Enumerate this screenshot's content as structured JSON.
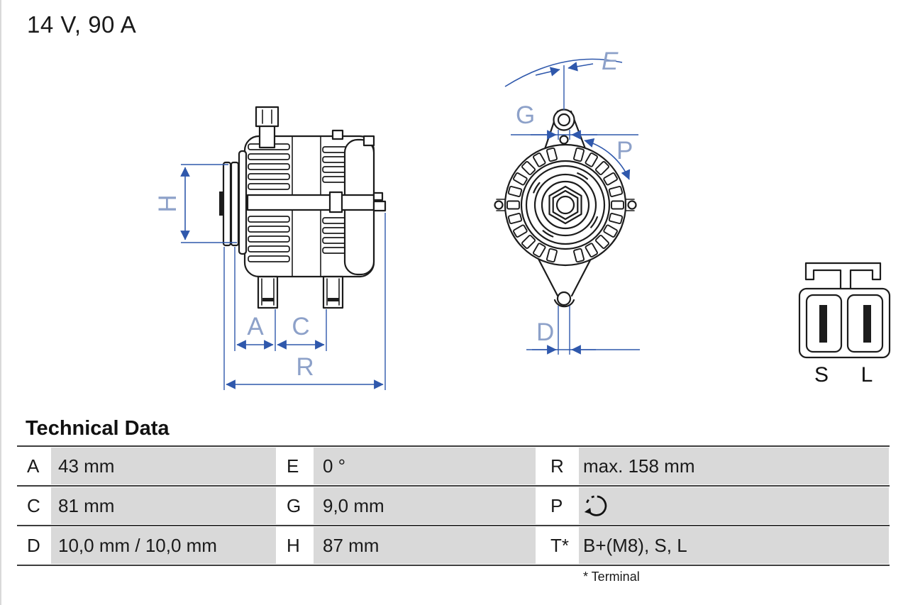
{
  "product": {
    "rating": "14 V, 90 A"
  },
  "drawings": {
    "side_view": {
      "labels": {
        "h": "H",
        "a": "A",
        "c": "C",
        "r": "R"
      }
    },
    "front_view": {
      "labels": {
        "e": "E",
        "g": "G",
        "p": "P",
        "d": "D"
      }
    },
    "connector": {
      "pins": [
        "S",
        "L"
      ]
    }
  },
  "table": {
    "title": "Technical Data",
    "footnote": "* Terminal",
    "rows": [
      {
        "cells": [
          {
            "key": "A",
            "value": "43 mm"
          },
          {
            "key": "E",
            "value": "0 °"
          },
          {
            "key": "R",
            "value": "max. 158 mm"
          }
        ]
      },
      {
        "cells": [
          {
            "key": "C",
            "value": "81 mm"
          },
          {
            "key": "G",
            "value": "9,0 mm"
          },
          {
            "key": "P",
            "value": "",
            "icon": "rotation-clockwise-icon"
          }
        ]
      },
      {
        "cells": [
          {
            "key": "D",
            "value": "10,0 mm / 10,0 mm"
          },
          {
            "key": "H",
            "value": "87 mm"
          },
          {
            "key": "T*",
            "value": "B+(M8), S, L"
          }
        ]
      }
    ]
  },
  "colors": {
    "drawing_line": "#1c1c1c",
    "dimension_line": "#2f58ac",
    "dimension_label": "#8da1c9",
    "table_cell_bg": "#d9d9d9"
  }
}
